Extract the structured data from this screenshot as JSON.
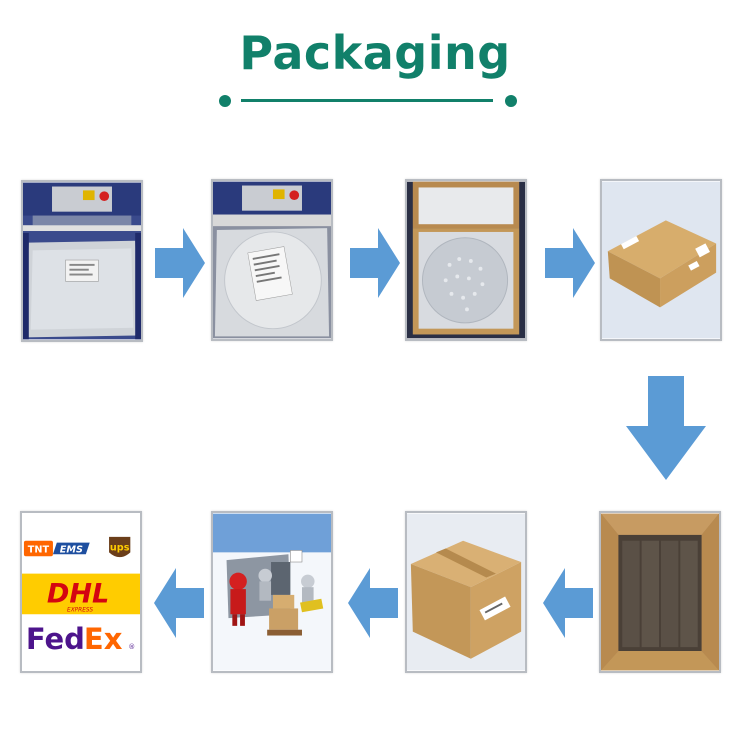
{
  "header": {
    "title": "Packaging"
  },
  "colors": {
    "accent": "#11806a",
    "arrow": "#5b9bd5",
    "arrow_dark": "#3f7fbf",
    "photo_border": "#b8bcc2",
    "cardboard": "#c69c5d",
    "dhl_yellow": "#ffcc00",
    "dhl_red": "#d40511",
    "fedex_purple": "#4d148c",
    "fedex_orange": "#ff6600",
    "ups_brown": "#6b3e1a",
    "tnt_orange": "#ff6600",
    "ems_blue": "#1e4fa0"
  },
  "carriers": {
    "tnt": "TNT",
    "ems": "EMS",
    "ups": "ups",
    "dhl": "DHL",
    "dhl_sub": "EXPRESS",
    "fedex_fed": "Fed",
    "fedex_ex": "Ex",
    "fedex_reg": "®"
  },
  "steps": [
    {
      "icon": "vacuum-sealing-machine-photo"
    },
    {
      "icon": "sealed-antistatic-reel-bag-photo"
    },
    {
      "icon": "reel-in-foam-lined-box-photo"
    },
    {
      "icon": "labeled-small-carton-photo"
    },
    {
      "icon": "open-master-carton-with-inner-boxes-photo"
    },
    {
      "icon": "sealed-master-carton-photo"
    },
    {
      "icon": "warehouse-robots-loading-truck-photo"
    },
    {
      "icon": "courier-logos-photo"
    }
  ]
}
